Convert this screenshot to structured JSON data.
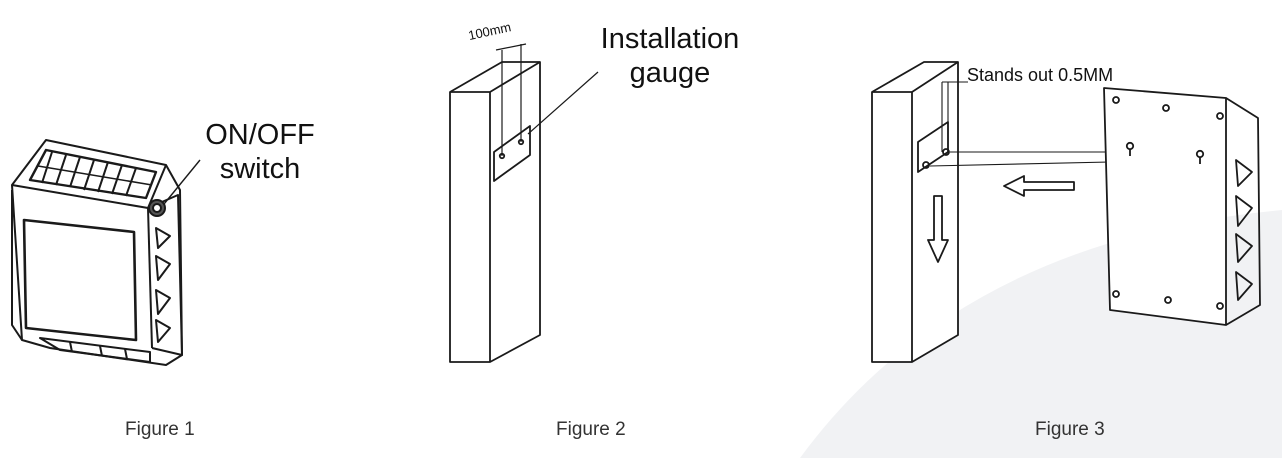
{
  "colors": {
    "line": "#1a1a1a",
    "background_arc": "#f1f2f4",
    "caption_text": "#333333"
  },
  "figures": [
    {
      "caption": "Figure 1",
      "callout": "ON/OFF\nswitch"
    },
    {
      "caption": "Figure 2",
      "callout": "Installation\ngauge",
      "dimension": "100mm"
    },
    {
      "caption": "Figure 3",
      "callout": "Stands out 0.5MM"
    }
  ]
}
